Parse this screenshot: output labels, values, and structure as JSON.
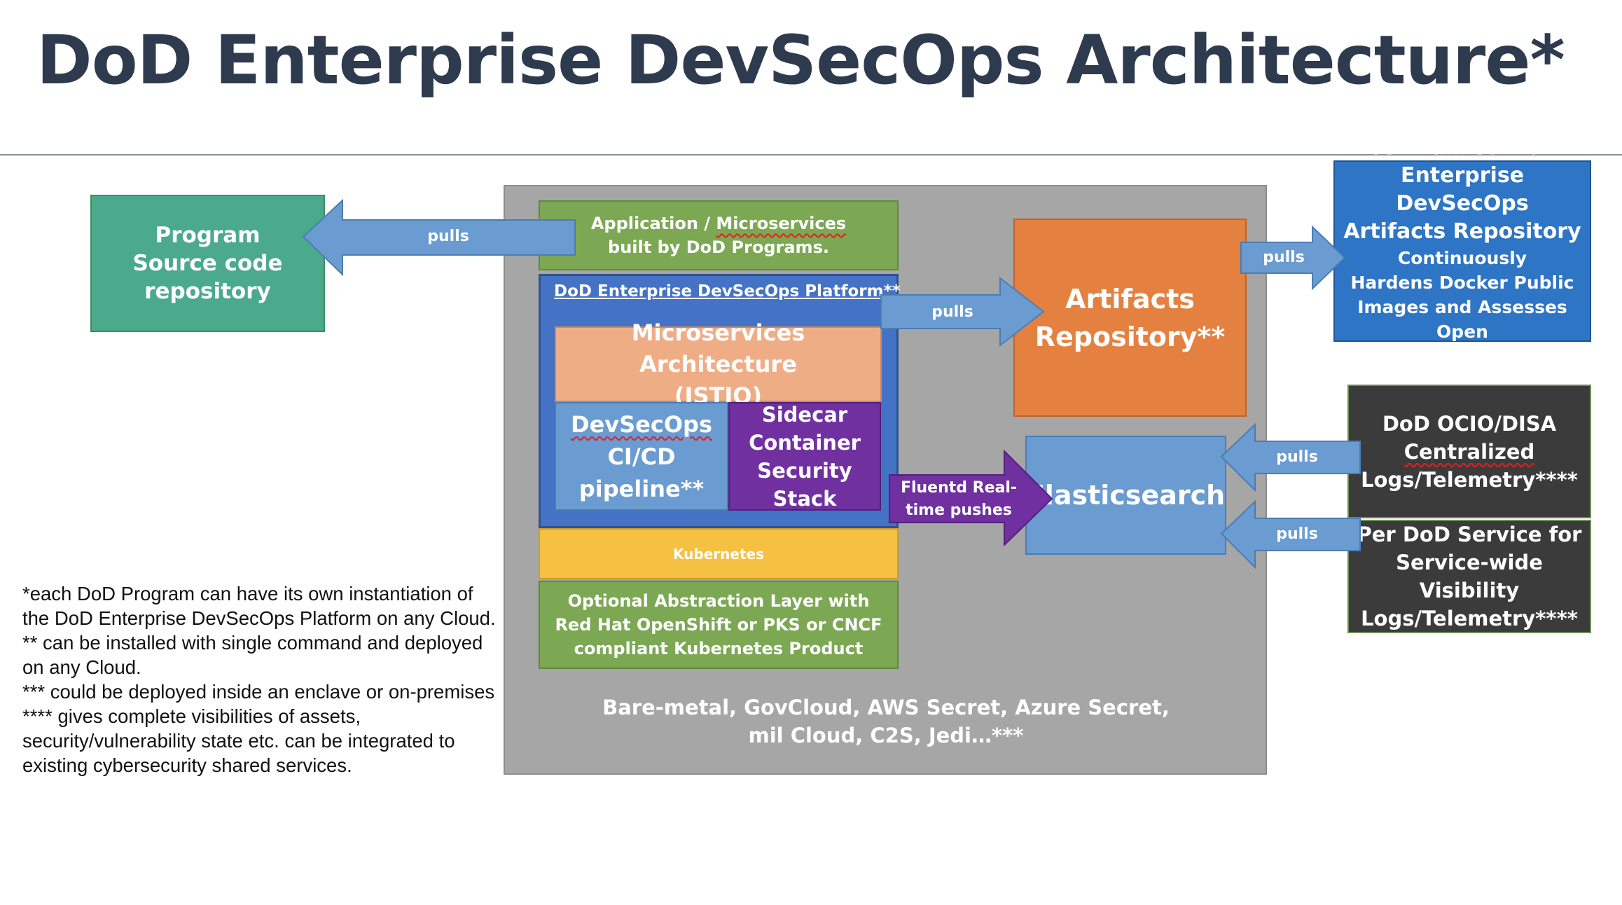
{
  "title": "DoD Enterprise DevSecOps Architecture*",
  "colors": {
    "title": "#2e3b4e",
    "green_teal": "#4caa8c",
    "green": "#7ca854",
    "blue_platform": "#4472c4",
    "peach": "#efad86",
    "light_blue": "#6a9bd1",
    "purple": "#7030a0",
    "yellow": "#f6c142",
    "orange": "#e58140",
    "dark": "#3b3b3b",
    "gray": "#a6a6a6",
    "repo_blue": "#2e75c6"
  },
  "source_repo": {
    "label": "Program\nSource code\nrepository"
  },
  "cloud": {
    "label": "Bare-metal, GovCloud, AWS Secret, Azure Secret,\nmil Cloud, C2S, Jedi…***"
  },
  "app_layer": {
    "line1_prefix": "Application / ",
    "line1_word": "Microservices",
    "line2": "built by DoD Programs."
  },
  "platform": {
    "label": "DoD Enterprise DevSecOps Platform**",
    "istio": "Microservices Architecture\n(ISTIO)",
    "pipeline_word": "DevSecOps",
    "pipeline_rest": "CI/CD\npipeline**",
    "sidecar": "Sidecar\nContainer\nSecurity\nStack"
  },
  "kubernetes": {
    "label": "Kubernetes"
  },
  "abstraction": {
    "label": "Optional Abstraction Layer with\nRed Hat OpenShift or PKS or CNCF\ncompliant Kubernetes Product"
  },
  "artifacts": {
    "label": "Artifacts\nRepository**"
  },
  "elasticsearch": {
    "label": "Elasticsearch"
  },
  "central_repo": {
    "title": "Centralized DoD\nEnterprise DevSecOps\nArtifacts Repository",
    "desc": "Continuously\nHardens Docker Public\nImages and Assesses Open\nSource Libraries"
  },
  "ocio": {
    "line1": "DoD OCIO/DISA",
    "line2": "Centralized",
    "line3": "Logs/Telemetry****"
  },
  "per_service": {
    "label": "Per DoD Service for\nService-wide Visibility\nLogs/Telemetry****"
  },
  "arrows": {
    "source_pulls": "pulls",
    "artifacts_pulls": "pulls",
    "central_pulls": "pulls",
    "ocio_pulls": "pulls",
    "service_pulls": "pulls",
    "fluentd": "Fluentd Real-\ntime pushes"
  },
  "footnotes": "*each DoD Program can have its own instantiation of the DoD Enterprise DevSecOps Platform on any Cloud.\n** can be installed with single command and deployed on any Cloud.\n*** could be deployed inside an enclave or on-premises\n**** gives complete visibilities of assets, security/vulnerability state etc. can be integrated to existing cybersecurity shared services."
}
